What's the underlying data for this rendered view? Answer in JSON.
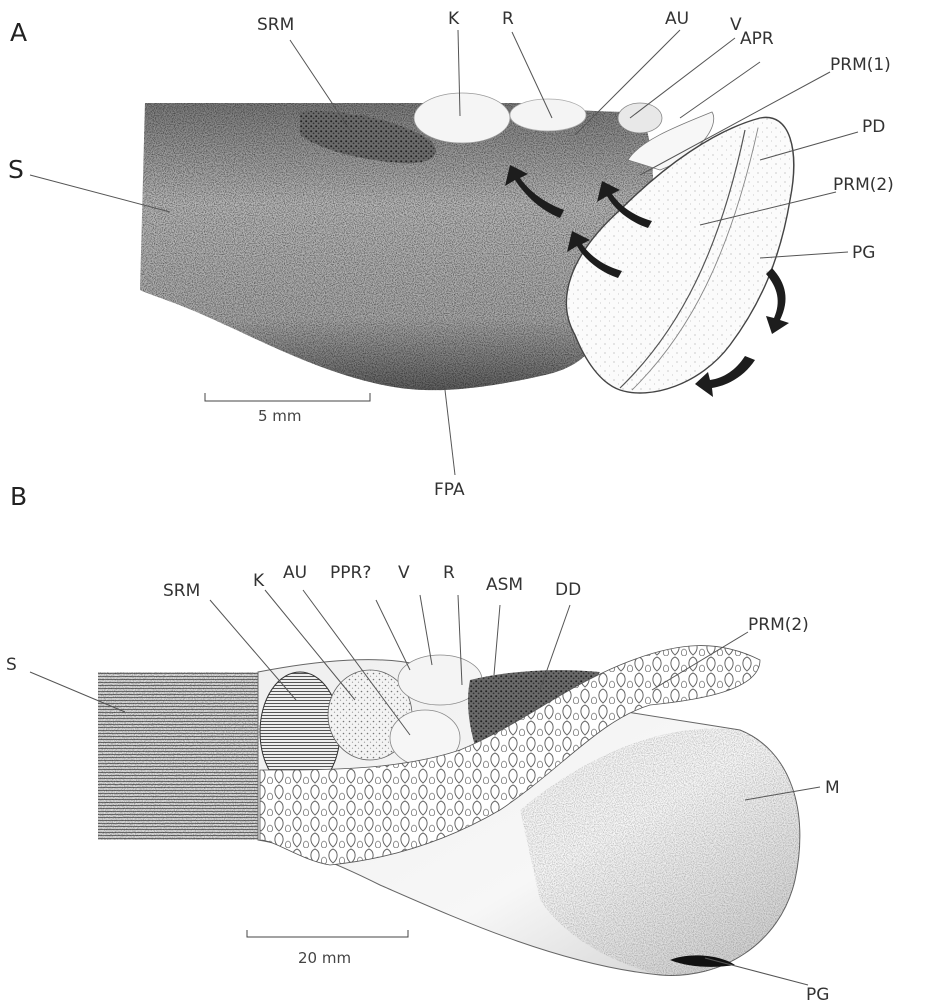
{
  "panel_a": {
    "letter": "A",
    "labels": {
      "srm": "SRM",
      "k": "K",
      "r": "R",
      "au": "AU",
      "v": "V",
      "apr": "APR",
      "prm1": "PRM(1)",
      "pd": "PD",
      "prm2": "PRM(2)",
      "pg": "PG",
      "s": "S",
      "fpa": "FPA"
    },
    "scale_bar": "5 mm"
  },
  "panel_b": {
    "letter": "B",
    "labels": {
      "srm": "SRM",
      "k": "K",
      "au": "AU",
      "ppr": "PPR?",
      "v": "V",
      "r": "R",
      "asm": "ASM",
      "dd": "DD",
      "prm2": "PRM(2)",
      "s": "S",
      "m": "M",
      "pg": "PG"
    },
    "scale_bar": "20 mm"
  }
}
